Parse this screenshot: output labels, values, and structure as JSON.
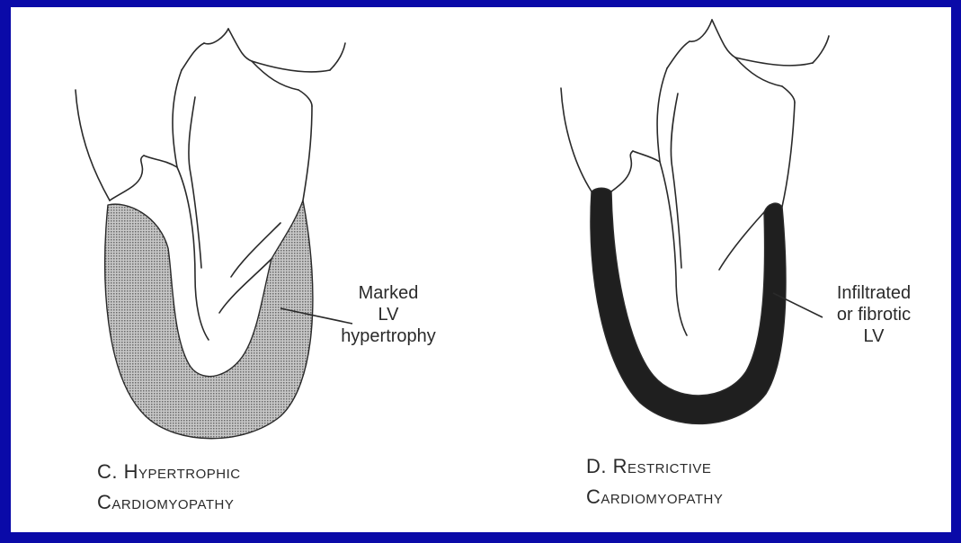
{
  "colors": {
    "frame": "#0a0aa8",
    "panel": "#ffffff",
    "ink": "#2a2a2a",
    "hypertrophy_fill": "#9c9c9c",
    "restrictive_fill": "#1f1f1f"
  },
  "panels": [
    {
      "id": "hypertrophic",
      "annotation": "Marked\nLV\nhypertrophy",
      "caption_line1": "C. Hypertrophic",
      "caption_line2": "Cardiomyopathy"
    },
    {
      "id": "restrictive",
      "annotation": "Infiltrated\nor fibrotic\nLV",
      "caption_line1": "D. Restrictive",
      "caption_line2": "Cardiomyopathy"
    }
  ]
}
